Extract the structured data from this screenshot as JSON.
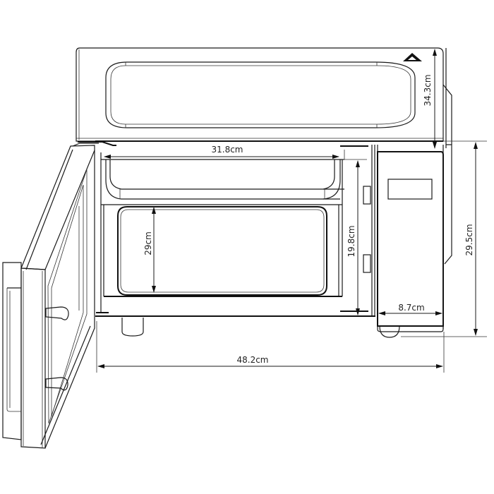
{
  "diagram": {
    "subject": "Microwave oven dimensions (door open, front view)",
    "colors": {
      "line": "#1a1a1a",
      "background": "#ffffff"
    },
    "dimensions": {
      "interior_width": "31.8cm",
      "turntable_depth": "29cm",
      "interior_height": "19.8cm",
      "control_panel_width": "8.7cm",
      "overall_height": "29.5cm",
      "overall_width": "48.2cm",
      "overall_depth": "34.3cm"
    }
  }
}
